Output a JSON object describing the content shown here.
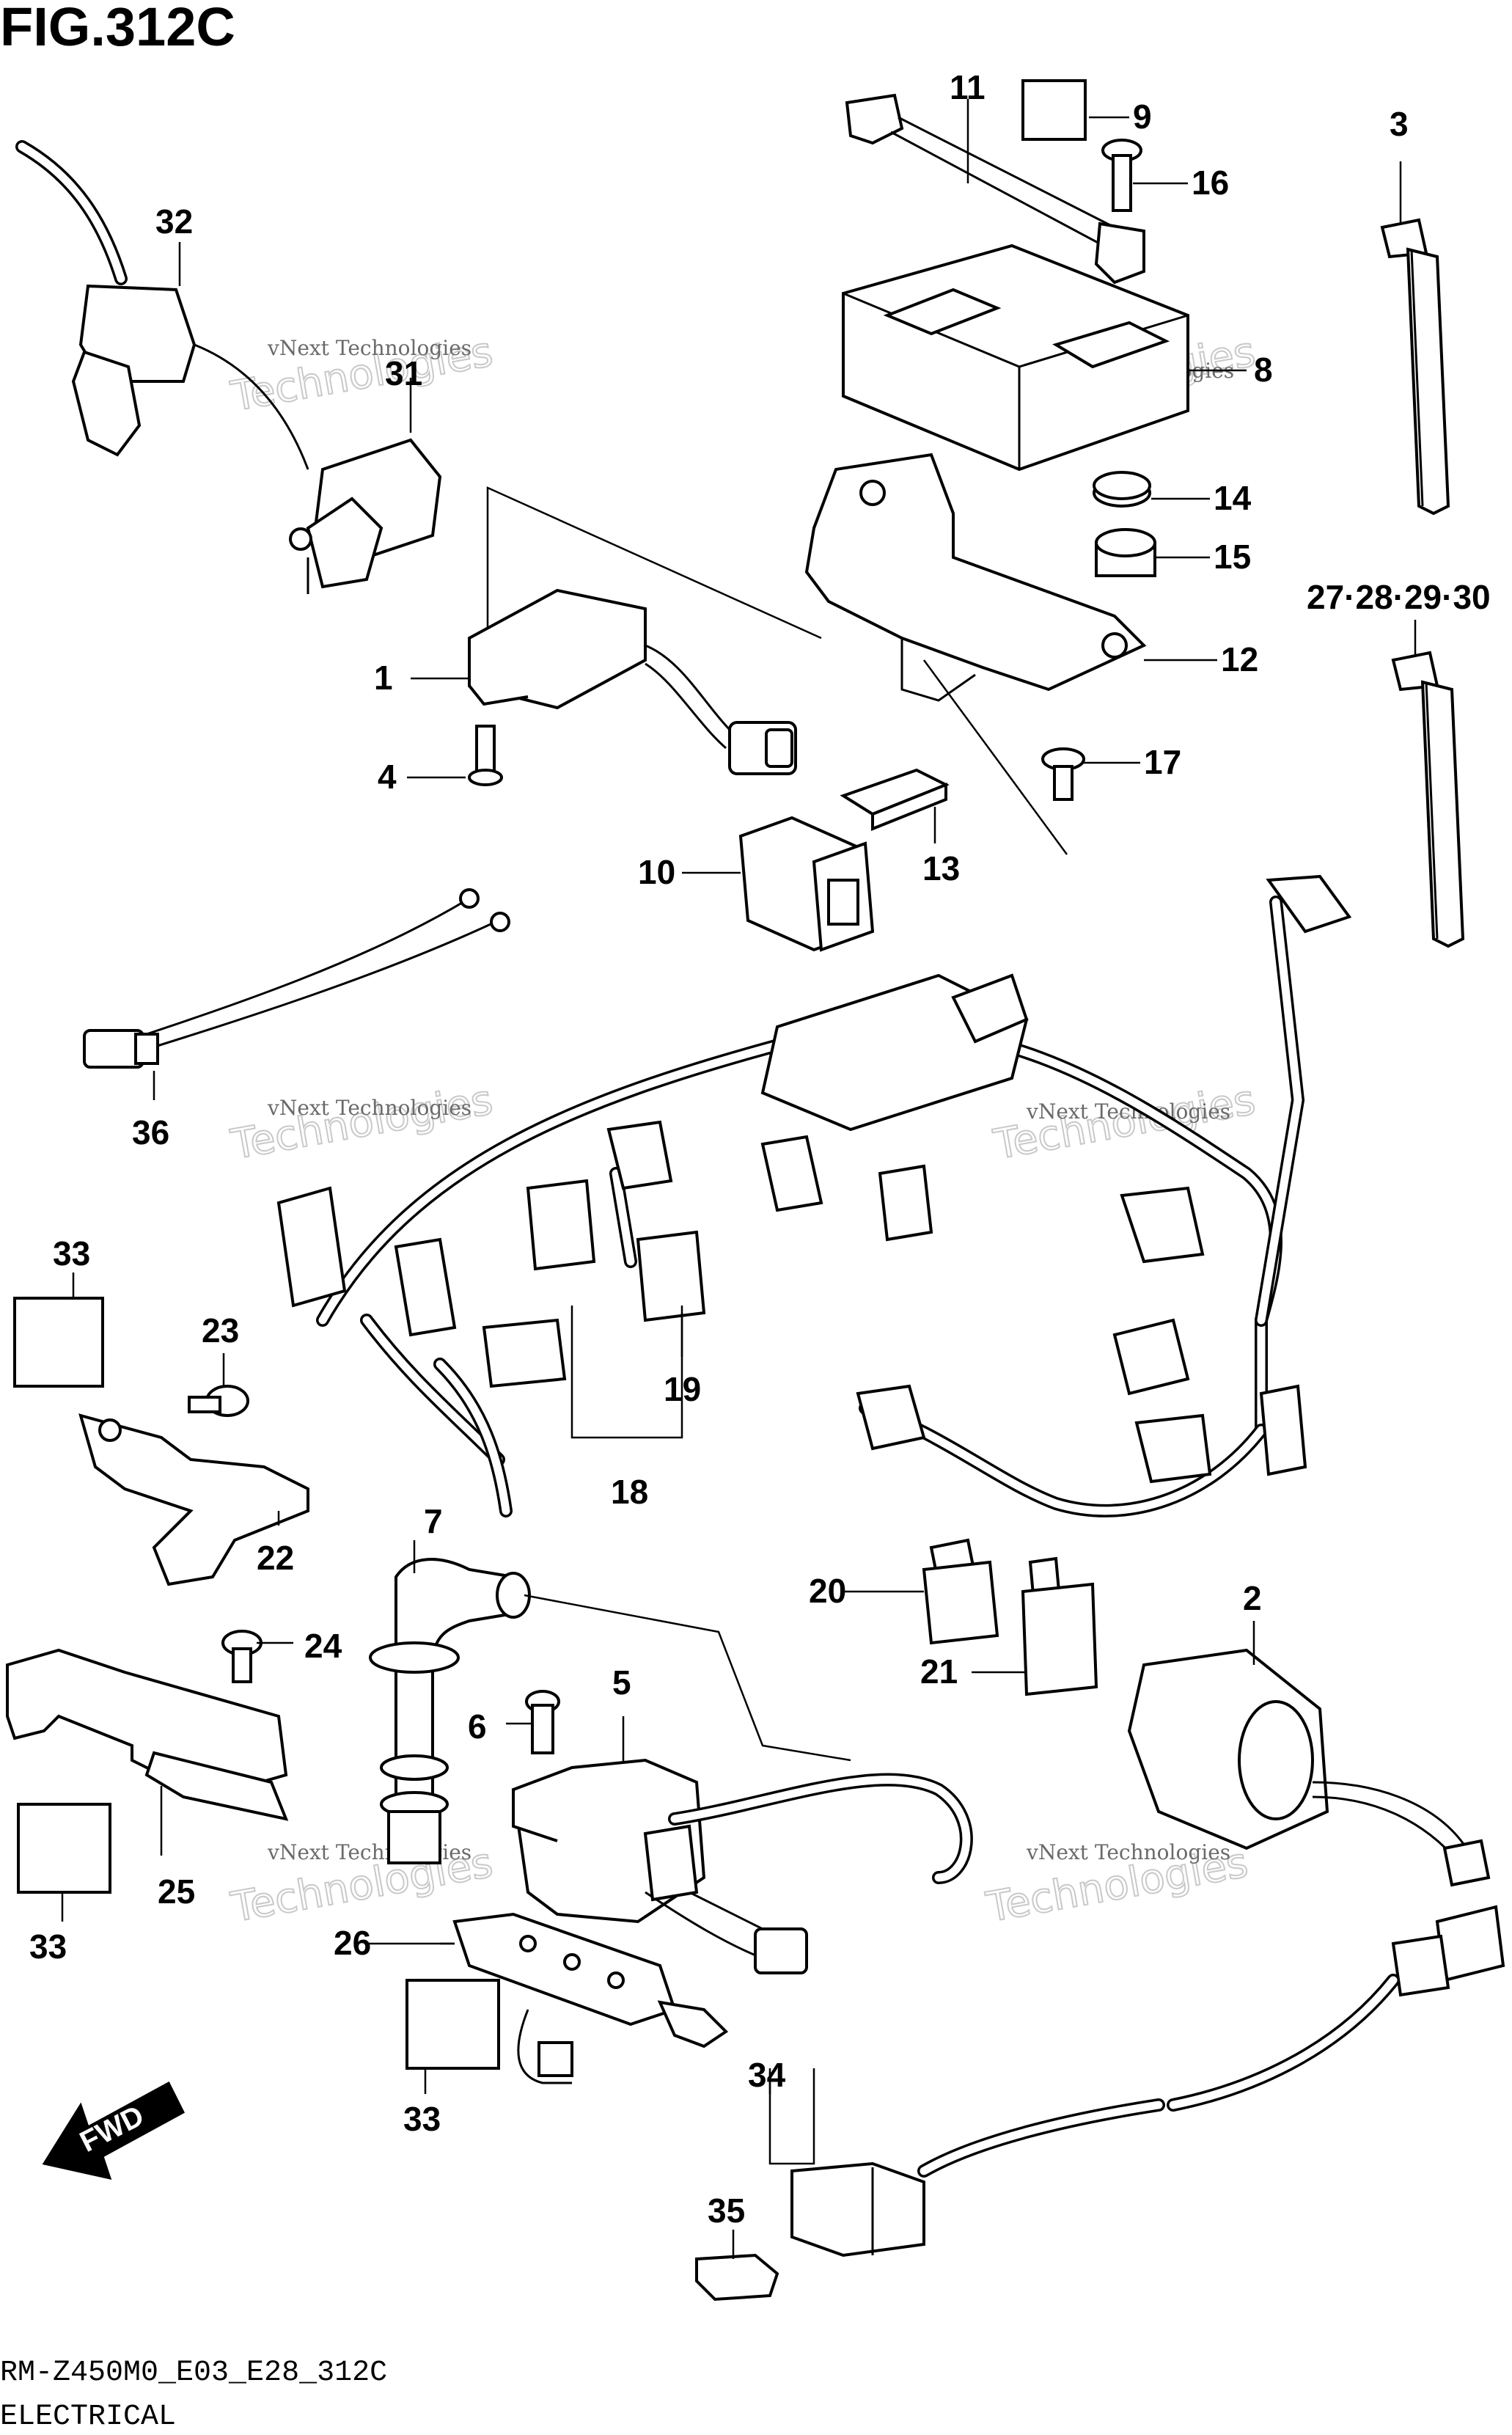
{
  "figure": {
    "title": "FIG.312C"
  },
  "footer": {
    "code": "RM-Z450M0_E03_E28_312C",
    "category": "ELECTRICAL"
  },
  "fwd_label": "FWD",
  "watermark": {
    "small": "vNext Technologies",
    "big": "Technologies"
  },
  "part_labels": {
    "p1": "1",
    "p2": "2",
    "p3": "3",
    "p4": "4",
    "p5": "5",
    "p6": "6",
    "p7": "7",
    "p8": "8",
    "p9": "9",
    "p10": "10",
    "p11": "11",
    "p12": "12",
    "p13": "13",
    "p14": "14",
    "p15": "15",
    "p16": "16",
    "p17": "17",
    "p18": "18",
    "p19": "19",
    "p20": "20",
    "p21": "21",
    "p22": "22",
    "p23": "23",
    "p24": "24",
    "p25": "25",
    "p26": "26",
    "p27_30": "27·28·29·30",
    "p31": "31",
    "p32": "32",
    "p33a": "33",
    "p33b": "33",
    "p33c": "33",
    "p34": "34",
    "p35": "35",
    "p36": "36"
  }
}
